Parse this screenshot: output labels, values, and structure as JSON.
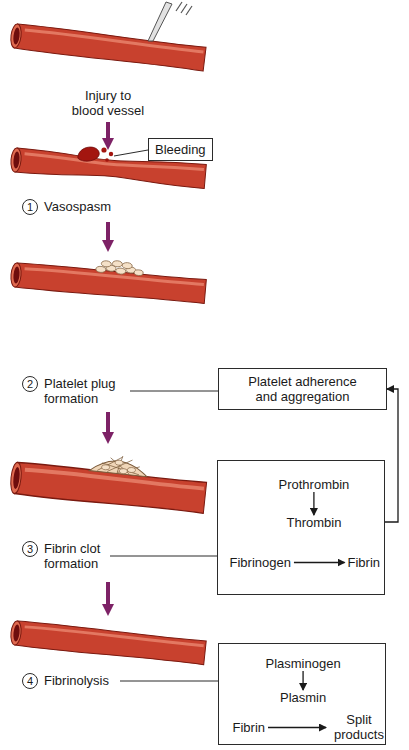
{
  "diagram": {
    "nodes": [
      {
        "text": [
          "Bleeding"
        ]
      },
      {
        "text": [
          "Platelet adherence and aggregation"
        ]
      },
      {
        "text": []
      },
      {
        "text": [
          "Prothrombin"
        ],
        "in": 2
      },
      {
        "text": [
          "Thrombin"
        ],
        "in": 2
      },
      {
        "text": [
          "Fibrinogen"
        ],
        "in": 2
      },
      {
        "text": [
          "Fibrin"
        ],
        "in": 2
      },
      {
        "text": []
      },
      {
        "text": [
          "Plasminogen"
        ],
        "in": 7
      },
      {
        "text": [
          "Plasmin"
        ],
        "in": 7
      },
      {
        "text": [
          "Fibrin"
        ],
        "in": 7
      },
      {
        "text": [
          "Split products"
        ],
        "in": 7
      }
    ],
    "edges": [
      {
        "from": 2,
        "to": 1,
        "arrow": "to"
      },
      {
        "from": 3,
        "to": 4,
        "arrow": "to"
      },
      {
        "from": 5,
        "to": 6,
        "arrow": "to"
      },
      {
        "from": 8,
        "to": 9,
        "arrow": "to"
      },
      {
        "from": 10,
        "to": 11,
        "arrow": "to"
      }
    ],
    "labels": [
      "Injury to blood vessel",
      "1",
      "Vasospasm",
      "2",
      "Platelet plug formation",
      "3",
      "Fibrin clot formation",
      "4",
      "Fibrinolysis"
    ]
  }
}
